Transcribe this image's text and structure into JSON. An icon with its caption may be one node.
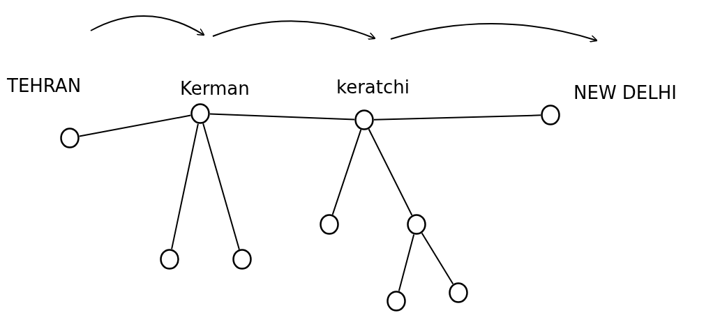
{
  "diagram": {
    "nodes": [
      {
        "text": [
          "TEHRAN"
        ]
      },
      {
        "text": [
          "Kerman"
        ]
      },
      {
        "text": [
          "keratchi"
        ]
      },
      {
        "text": [
          "NEW DELHI"
        ]
      },
      {
        "text": [],
        "shape": "circle"
      },
      {
        "text": [],
        "shape": "circle"
      },
      {
        "text": [],
        "shape": "circle"
      },
      {
        "text": [],
        "shape": "circle"
      },
      {
        "text": [],
        "shape": "circle"
      },
      {
        "text": [],
        "shape": "circle"
      }
    ],
    "edges": [
      {
        "from": 0,
        "to": 1,
        "arrow": "none"
      },
      {
        "from": 1,
        "to": 2,
        "arrow": "none"
      },
      {
        "from": 2,
        "to": 3,
        "arrow": "none"
      },
      {
        "from": 1,
        "to": 4,
        "arrow": "none"
      },
      {
        "from": 1,
        "to": 5,
        "arrow": "none"
      },
      {
        "from": 2,
        "to": 6,
        "arrow": "none"
      },
      {
        "from": 2,
        "to": 7,
        "arrow": "none"
      },
      {
        "from": 7,
        "to": 8,
        "arrow": "none"
      },
      {
        "from": 7,
        "to": 9,
        "arrow": "none"
      }
    ]
  }
}
